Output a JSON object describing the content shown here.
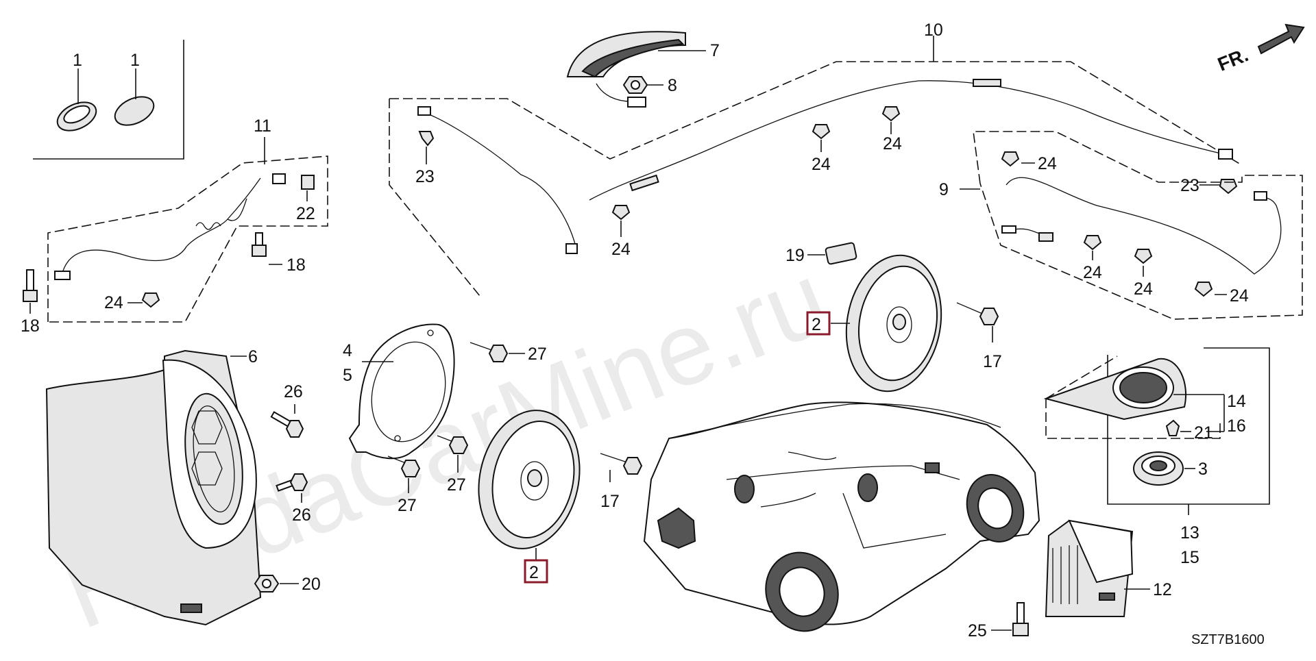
{
  "diagram": {
    "code": "SZT7B1600",
    "direction_label": "FR.",
    "watermark": "HondaCarMine.ru",
    "callouts": {
      "c1a": "1",
      "c1b": "1",
      "c2a": "2",
      "c2b": "2",
      "c3": "3",
      "c4": "4",
      "c5": "5",
      "c6": "6",
      "c7": "7",
      "c8": "8",
      "c9": "9",
      "c10": "10",
      "c11": "11",
      "c12": "12",
      "c13": "13",
      "c14": "14",
      "c15": "15",
      "c16": "16",
      "c17a": "17",
      "c17b": "17",
      "c18a": "18",
      "c18b": "18",
      "c19": "19",
      "c20": "20",
      "c21": "21",
      "c22": "22",
      "c23a": "23",
      "c23b": "23",
      "c24a": "24",
      "c24b": "24",
      "c24c": "24",
      "c24d": "24",
      "c24e": "24",
      "c24f": "24",
      "c24g": "24",
      "c24h": "24",
      "c25": "25",
      "c26a": "26",
      "c26b": "26",
      "c27a": "27",
      "c27b": "27",
      "c27c": "27"
    }
  }
}
